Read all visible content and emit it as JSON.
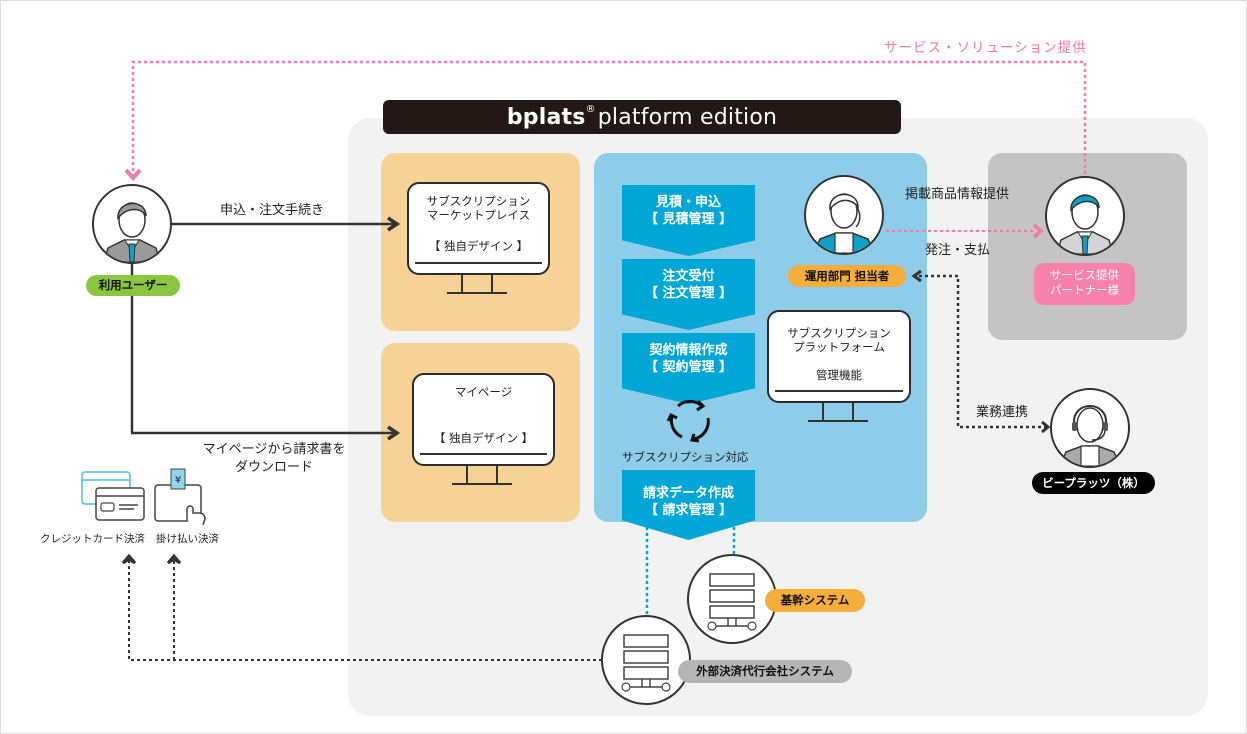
{
  "title": {
    "brand": "bplats",
    "registered_mark": "®",
    "edition": "platform edition"
  },
  "top_flow": {
    "label": "サービス・ソリューション提供",
    "color": "#f27aa8"
  },
  "user": {
    "badge": "利用ユーザー",
    "badge_color": "#8cc63f",
    "flow_apply": "申込・注文手続き",
    "flow_mypage_line1": "マイページから請求書を",
    "flow_mypage_line2": "ダウンロード"
  },
  "marketplace": {
    "line1": "サブスクリプション",
    "line2": "マーケットプレイス",
    "line3": "【 独自デザイン 】"
  },
  "mypage": {
    "line1": "マイページ",
    "line2": "【 独自デザイン 】"
  },
  "process_steps": [
    {
      "line1": "見積・申込",
      "line2": "【 見積管理 】"
    },
    {
      "line1": "注文受付",
      "line2": "【 注文管理 】"
    },
    {
      "line1": "契約情報作成",
      "line2": "【 契約管理 】"
    },
    {
      "line1": "請求データ作成",
      "line2": "【 請求管理 】"
    }
  ],
  "cycle_label": "サブスクリプション対応",
  "operator": {
    "badge": "運用部門 担当者",
    "badge_color": "#f6ad3c"
  },
  "platform_monitor": {
    "line1": "サブスクリプション",
    "line2": "プラットフォーム",
    "line3": "管理機能"
  },
  "partner": {
    "flow_info": "掲載商品情報提供",
    "flow_order": "発注・支払",
    "badge_line1": "サービス提供",
    "badge_line2": "パートナー様",
    "badge_color": "#f682ad"
  },
  "bplats_company": {
    "flow_label": "業務連携",
    "badge": "ビープラッツ（株）"
  },
  "payments": {
    "credit": "クレジットカード決済",
    "invoice": "掛け払い決済",
    "yen_symbol": "¥"
  },
  "systems": {
    "core": "基幹システム",
    "core_color": "#f6ad3c",
    "external": "外部決済代行会社システム",
    "external_color": "#b5b5b5"
  }
}
